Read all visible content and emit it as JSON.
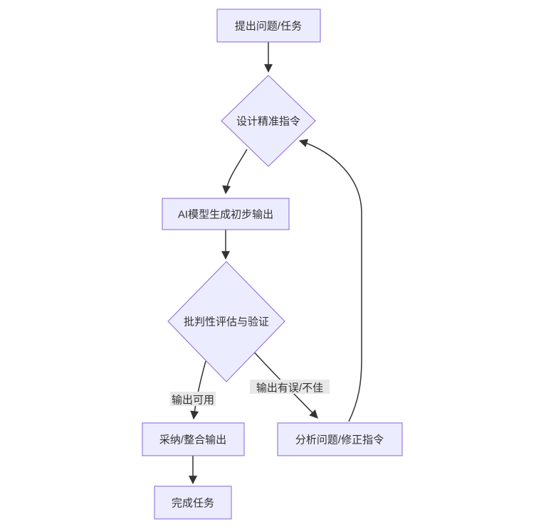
{
  "diagram": {
    "type": "flowchart",
    "direction": "top-down",
    "nodes": [
      {
        "id": "A",
        "shape": "rect",
        "label": "提出问题/任务"
      },
      {
        "id": "B",
        "shape": "diamond",
        "label": "设计精准指令"
      },
      {
        "id": "C",
        "shape": "rect",
        "label": "AI模型生成初步输出"
      },
      {
        "id": "D",
        "shape": "diamond",
        "label": "批判性评估与验证"
      },
      {
        "id": "E",
        "shape": "rect",
        "label": "采纳/整合输出"
      },
      {
        "id": "F",
        "shape": "rect",
        "label": "分析问题/修正指令"
      },
      {
        "id": "G",
        "shape": "rect",
        "label": "完成任务"
      }
    ],
    "edges": [
      {
        "from": "A",
        "to": "B",
        "label": ""
      },
      {
        "from": "B",
        "to": "C",
        "label": ""
      },
      {
        "from": "C",
        "to": "D",
        "label": ""
      },
      {
        "from": "D",
        "to": "E",
        "label": "输出可用"
      },
      {
        "from": "D",
        "to": "F",
        "label": "输出有误/不佳"
      },
      {
        "from": "F",
        "to": "B",
        "label": ""
      },
      {
        "from": "E",
        "to": "G",
        "label": ""
      }
    ],
    "colors": {
      "node_fill": "#ECECFF",
      "node_border": "#9370DB",
      "text": "#333333",
      "edge_line": "#333333",
      "edge_label_background": "#e8e8e8",
      "page_background": "#ffffff"
    }
  }
}
